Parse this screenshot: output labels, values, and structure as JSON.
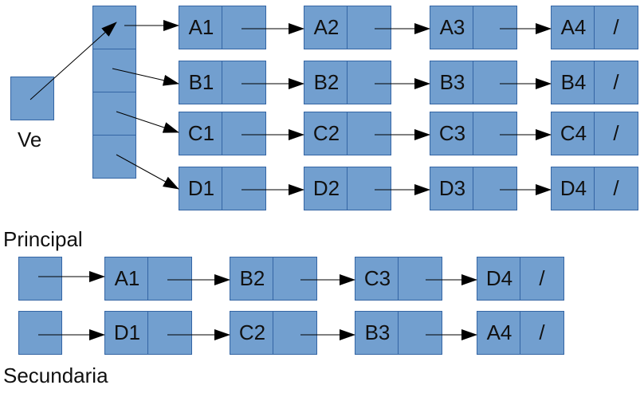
{
  "colors": {
    "fill": "#729fcf",
    "border": "#3465a4",
    "arrow": "#000000"
  },
  "top": {
    "head_label": "Ve",
    "array_cells": 4,
    "rows": [
      {
        "name": "A",
        "nodes": [
          "A1",
          "A2",
          "A3",
          "A4"
        ],
        "null_marker": "/"
      },
      {
        "name": "B",
        "nodes": [
          "B1",
          "B2",
          "B3",
          "B4"
        ],
        "null_marker": "/"
      },
      {
        "name": "C",
        "nodes": [
          "C1",
          "C2",
          "C3",
          "C4"
        ],
        "null_marker": "/"
      },
      {
        "name": "D",
        "nodes": [
          "D1",
          "D2",
          "D3",
          "D4"
        ],
        "null_marker": "/"
      }
    ]
  },
  "bottom": {
    "lists": [
      {
        "label": "Principal",
        "nodes": [
          "A1",
          "B2",
          "C3",
          "D4"
        ],
        "null_marker": "/"
      },
      {
        "label": "Secundaria",
        "nodes": [
          "D1",
          "C2",
          "B3",
          "A4"
        ],
        "null_marker": "/"
      }
    ]
  }
}
